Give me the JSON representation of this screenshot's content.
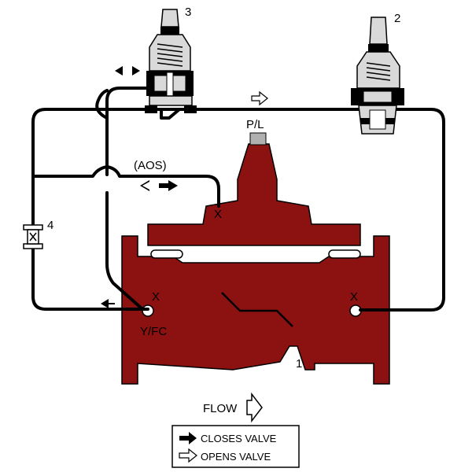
{
  "labels": {
    "pilot_3": "3",
    "pilot_2": "2",
    "fitting_4": "4",
    "valve_1": "1",
    "port_pl": "P/L",
    "port_aos": "(AOS)",
    "port_yfc": "Y/FC",
    "x_upper": "X",
    "x_inlet": "X",
    "x_outlet": "X",
    "flow": "FLOW"
  },
  "legend": {
    "closes_valve": "CLOSES VALVE",
    "opens_valve": "OPENS VALVE"
  },
  "colors": {
    "valve_body": "#8b1210",
    "pipe": "#000000",
    "pilot_body": "#d9d9d9"
  },
  "icons": {
    "flow_arrow": "outline-right-arrow",
    "closes_arrow": "solid-right-arrow",
    "opens_arrow": "outline-right-arrow"
  }
}
